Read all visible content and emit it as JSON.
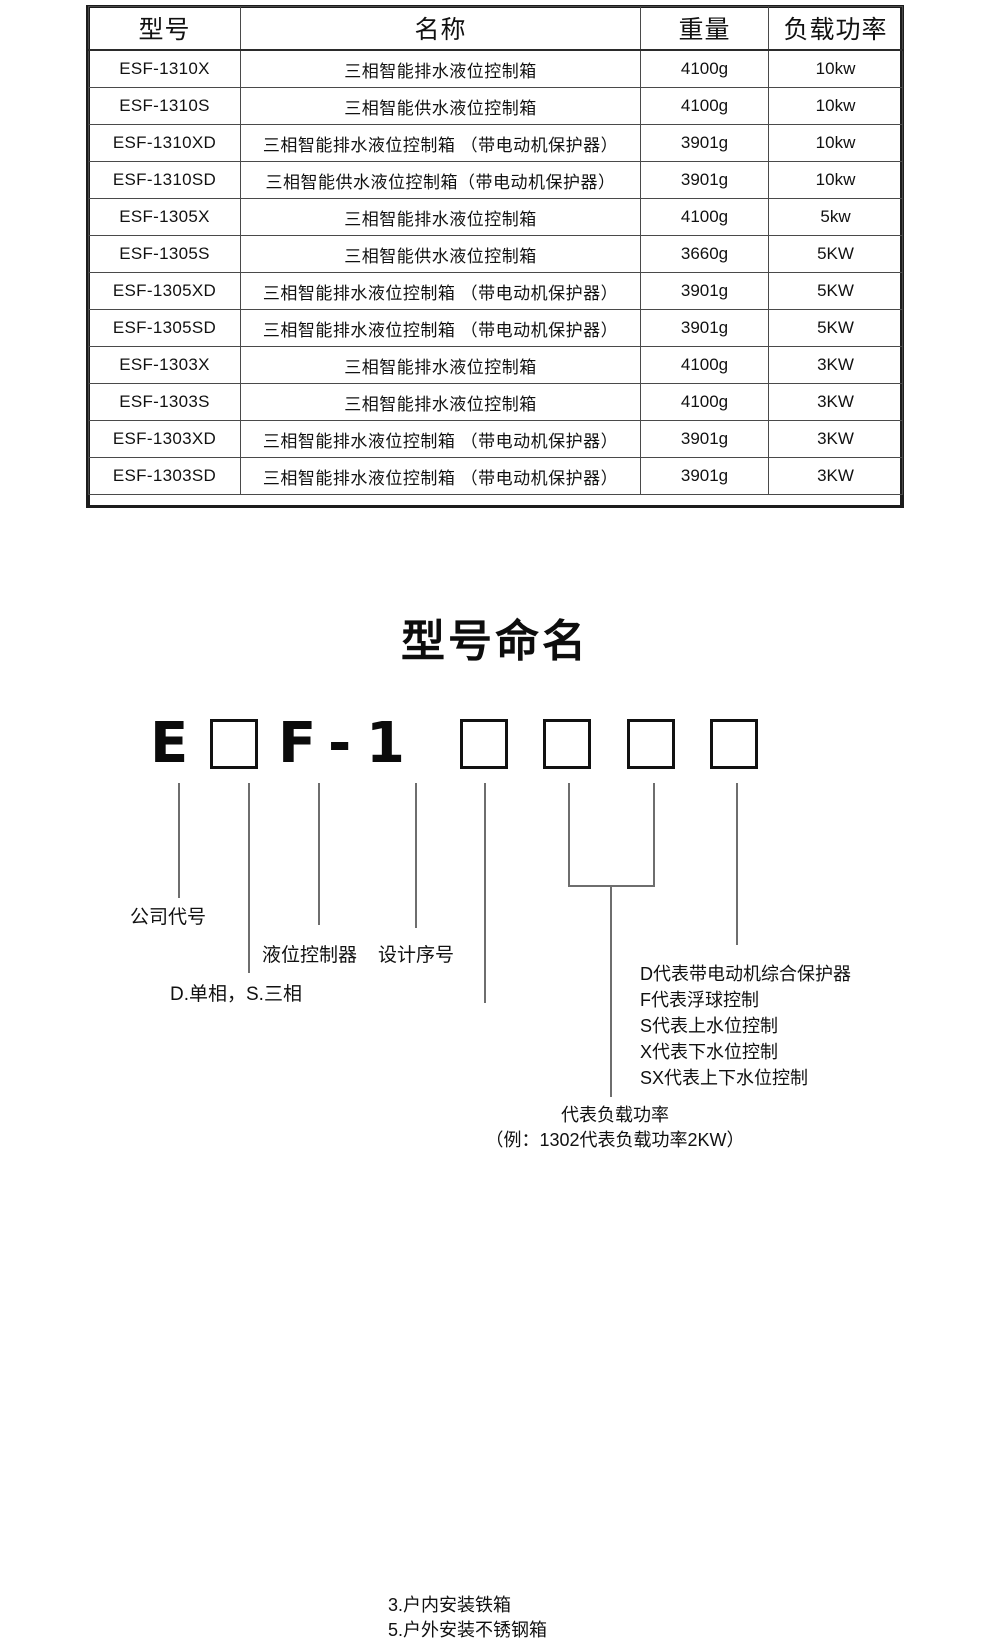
{
  "spec_table": {
    "headers": [
      "型号",
      "名称",
      "重量",
      "负载功率"
    ],
    "rows": [
      {
        "model": "ESF-1310X",
        "name": "三相智能排水液位控制箱",
        "weight": "4100g",
        "power": "10kw"
      },
      {
        "model": "ESF-1310S",
        "name": "三相智能供水液位控制箱",
        "weight": "4100g",
        "power": "10kw"
      },
      {
        "model": "ESF-1310XD",
        "name": "三相智能排水液位控制箱 （带电动机保护器）",
        "weight": "3901g",
        "power": "10kw"
      },
      {
        "model": "ESF-1310SD",
        "name": "三相智能供水液位控制箱（带电动机保护器）",
        "weight": "3901g",
        "power": "10kw"
      },
      {
        "model": "ESF-1305X",
        "name": "三相智能排水液位控制箱",
        "weight": "4100g",
        "power": "5kw"
      },
      {
        "model": "ESF-1305S",
        "name": "三相智能供水液位控制箱",
        "weight": "3660g",
        "power": "5KW"
      },
      {
        "model": "ESF-1305XD",
        "name": "三相智能排水液位控制箱 （带电动机保护器）",
        "weight": "3901g",
        "power": "5KW"
      },
      {
        "model": "ESF-1305SD",
        "name": "三相智能排水液位控制箱 （带电动机保护器）",
        "weight": "3901g",
        "power": "5KW"
      },
      {
        "model": "ESF-1303X",
        "name": "三相智能排水液位控制箱",
        "weight": "4100g",
        "power": "3KW"
      },
      {
        "model": "ESF-1303S",
        "name": "三相智能排水液位控制箱",
        "weight": "4100g",
        "power": "3KW"
      },
      {
        "model": "ESF-1303XD",
        "name": "三相智能排水液位控制箱 （带电动机保护器）",
        "weight": "3901g",
        "power": "3KW"
      },
      {
        "model": "ESF-1303SD",
        "name": "三相智能排水液位控制箱 （带电动机保护器）",
        "weight": "3901g",
        "power": "3KW"
      }
    ]
  },
  "naming": {
    "title": "型号命名",
    "code_chars": [
      "E",
      "F",
      "-",
      "1"
    ],
    "code_pattern": "E□F-1□□□□",
    "labels": {
      "company_code": "公司代号",
      "phase": "D.单相，S.三相",
      "level_controller": "液位控制器",
      "design_series": "设计序号",
      "install_line1": "3.户内安装铁箱",
      "install_line2": "5.户外安装不锈钢箱",
      "suffix_line1": "D代表带电动机综合保护器",
      "suffix_line2": "F代表浮球控制",
      "suffix_line3": "S代表上水位控制",
      "suffix_line4": "X代表下水位控制",
      "suffix_line5": "SX代表上下水位控制",
      "power_line1": "代表负载功率",
      "power_line2": "（例：1302代表负载功率2KW）"
    }
  },
  "colors": {
    "border": "#4a4a4a",
    "frame": "#1c1c1c",
    "line": "#6e6e6e",
    "text": "#111111",
    "background": "#ffffff"
  }
}
